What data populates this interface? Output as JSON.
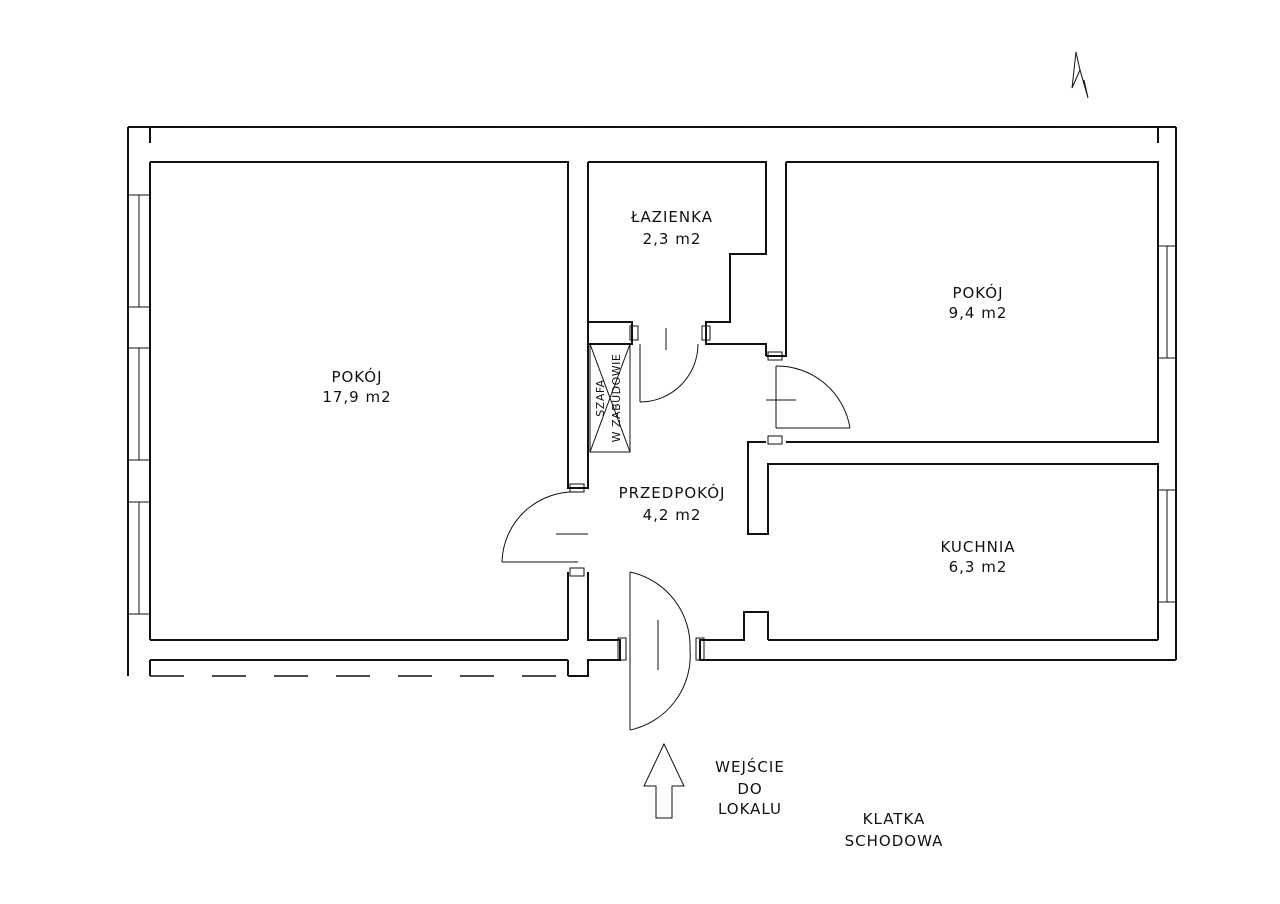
{
  "rooms": {
    "pokoj_large": {
      "name": "POKÓJ",
      "area": "17,9 m2"
    },
    "lazienka": {
      "name": "ŁAZIENKA",
      "area": "2,3 m2"
    },
    "pokoj_small": {
      "name": "POKÓJ",
      "area": "9,4 m2"
    },
    "przedpokoj": {
      "name": "PRZEDPOKÓJ",
      "area": "4,2 m2"
    },
    "kuchnia": {
      "name": "KUCHNIA",
      "area": "6,3 m2"
    }
  },
  "wardrobe": {
    "line1": "SZAFA",
    "line2": "W ZABUDOWIE"
  },
  "entrance": {
    "line1": "WEJŚCIE",
    "line2": "DO",
    "line3": "LOKALU"
  },
  "stairwell": {
    "line1": "KLATKA",
    "line2": "SCHODOWA"
  }
}
